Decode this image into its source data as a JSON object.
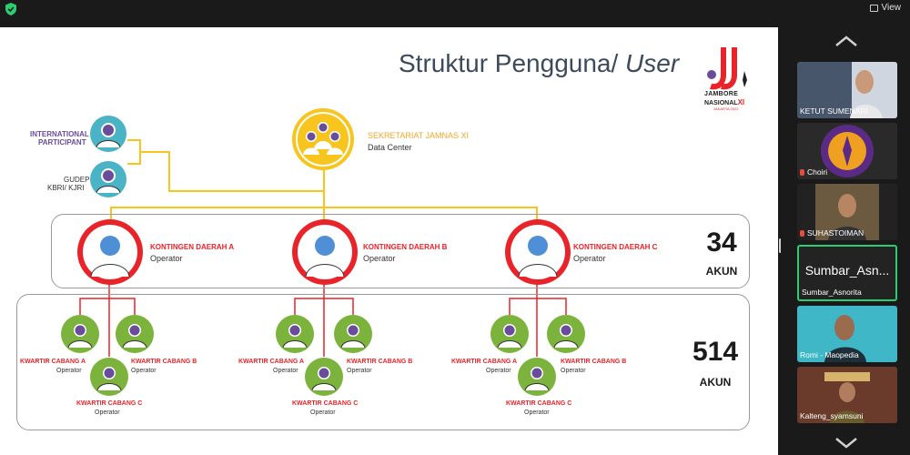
{
  "top_bar": {
    "view_label": "View"
  },
  "slide": {
    "title_main": "Struktur Pengguna/ ",
    "title_italic": "User",
    "logo": {
      "line1": "JAMBORE",
      "line2": "NASIONAL",
      "numeral": "XI",
      "line3": "JAKARTA 2022"
    },
    "top": {
      "international": "INTERNATIONAL",
      "participant": "PARTICIPANT",
      "gudep": "GUDEP",
      "kbri": "KBRI/ KJRI",
      "sekretariat": "SEKRETARIAT JAMNAS XI",
      "data_center": "Data Center"
    },
    "kontingen": [
      {
        "label": "KONTINGEN DAERAH A",
        "role": "Operator"
      },
      {
        "label": "KONTINGEN DAERAH B",
        "role": "Operator"
      },
      {
        "label": "KONTINGEN DAERAH C",
        "role": "Operator"
      }
    ],
    "kwartir": {
      "a": "KWARTIR CABANG A",
      "b": "KWARTIR CABANG B",
      "c": "KWARTIR CABANG C",
      "role": "Operator"
    },
    "count_mid": {
      "value": "34",
      "label": "AKUN"
    },
    "count_bottom": {
      "value": "514",
      "label": "AKUN"
    }
  },
  "participants": [
    {
      "name": "KETUT SUMENARI",
      "muted": false
    },
    {
      "name": "Choiri",
      "muted": true
    },
    {
      "name": "SUHASTOIMAN",
      "muted": true
    },
    {
      "name": "Sumbar_Asnorita",
      "display": "Sumbar_Asn...",
      "muted": false,
      "active": true
    },
    {
      "name": "Romi - Maopedia",
      "muted": false
    },
    {
      "name": "Kalteng_syamsuni",
      "muted": false
    }
  ],
  "colors": {
    "red": "#e8232a",
    "yellow": "#f7c51e",
    "green": "#7cb33c",
    "teal": "#4ab3c6",
    "purple": "#6a4c9c"
  }
}
